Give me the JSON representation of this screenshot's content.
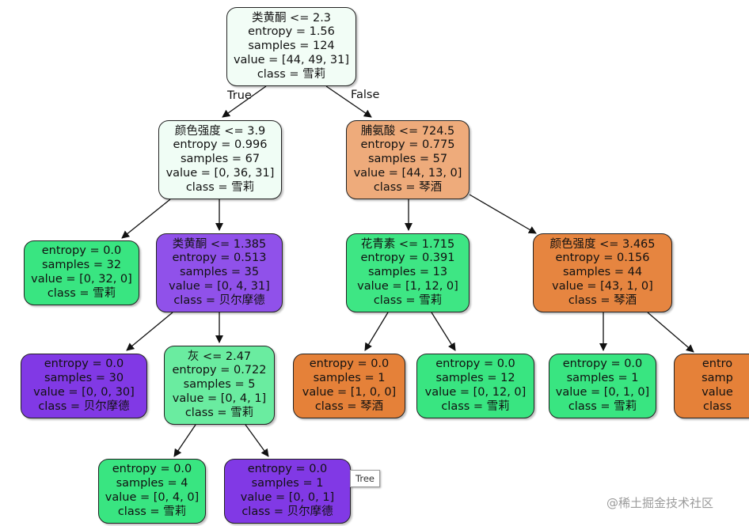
{
  "tree": {
    "edge_labels": {
      "true_label": "True",
      "false_label": "False"
    },
    "nodes": [
      {
        "id": "n0",
        "color": "#f2fdf6",
        "lines": [
          "类黄酮 <= 2.3",
          "entropy = 1.56",
          "samples = 124",
          "value = [44, 49, 31]",
          "class = 雪莉"
        ]
      },
      {
        "id": "n1",
        "color": "#f0fdf5",
        "lines": [
          "颜色强度 <= 3.9",
          "entropy = 0.996",
          "samples = 67",
          "value = [0, 36, 31]",
          "class = 雪莉"
        ]
      },
      {
        "id": "n2",
        "color": "#eeab7b",
        "lines": [
          "脯氨酸 <= 724.5",
          "entropy = 0.775",
          "samples = 57",
          "value = [44, 13, 0]",
          "class = 琴酒"
        ]
      },
      {
        "id": "n3",
        "color": "#39e581",
        "lines": [
          "entropy = 0.0",
          "samples = 32",
          "value = [0, 32, 0]",
          "class = 雪莉"
        ]
      },
      {
        "id": "n4",
        "color": "#9051ea",
        "lines": [
          "类黄酮 <= 1.385",
          "entropy = 0.513",
          "samples = 35",
          "value = [0, 4, 31]",
          "class = 贝尔摩德"
        ]
      },
      {
        "id": "n5",
        "color": "#3ee684",
        "lines": [
          "花青素 <= 1.715",
          "entropy = 0.391",
          "samples = 13",
          "value = [1, 12, 0]",
          "class = 雪莉"
        ]
      },
      {
        "id": "n6",
        "color": "#e68540",
        "lines": [
          "颜色强度 <= 3.465",
          "entropy = 0.156",
          "samples = 44",
          "value = [43, 1, 0]",
          "class = 琴酒"
        ]
      },
      {
        "id": "n7",
        "color": "#8139e5",
        "lines": [
          "entropy = 0.0",
          "samples = 30",
          "value = [0, 0, 30]",
          "class = 贝尔摩德"
        ]
      },
      {
        "id": "n8",
        "color": "#6aeca0",
        "lines": [
          "灰 <= 2.47",
          "entropy = 0.722",
          "samples = 5",
          "value = [0, 4, 1]",
          "class = 雪莉"
        ]
      },
      {
        "id": "n9",
        "color": "#e58139",
        "lines": [
          "entropy = 0.0",
          "samples = 1",
          "value = [1, 0, 0]",
          "class = 琴酒"
        ]
      },
      {
        "id": "n10",
        "color": "#39e581",
        "lines": [
          "entropy = 0.0",
          "samples = 12",
          "value = [0, 12, 0]",
          "class = 雪莉"
        ]
      },
      {
        "id": "n11",
        "color": "#39e581",
        "lines": [
          "entropy = 0.0",
          "samples = 1",
          "value = [0, 1, 0]",
          "class = 雪莉"
        ]
      },
      {
        "id": "n12",
        "color": "#e58139",
        "lines": [
          "entro",
          "samp",
          "value",
          "class"
        ]
      },
      {
        "id": "n13",
        "color": "#39e581",
        "lines": [
          "entropy = 0.0",
          "samples = 4",
          "value = [0, 4, 0]",
          "class = 雪莉"
        ]
      },
      {
        "id": "n14",
        "color": "#8139e5",
        "lines": [
          "entropy = 0.0",
          "samples = 1",
          "value = [0, 0, 1]",
          "class = 贝尔摩德"
        ]
      }
    ]
  },
  "tooltip": {
    "text": "Tree"
  },
  "watermark": {
    "text": "@稀土掘金技术社区"
  }
}
